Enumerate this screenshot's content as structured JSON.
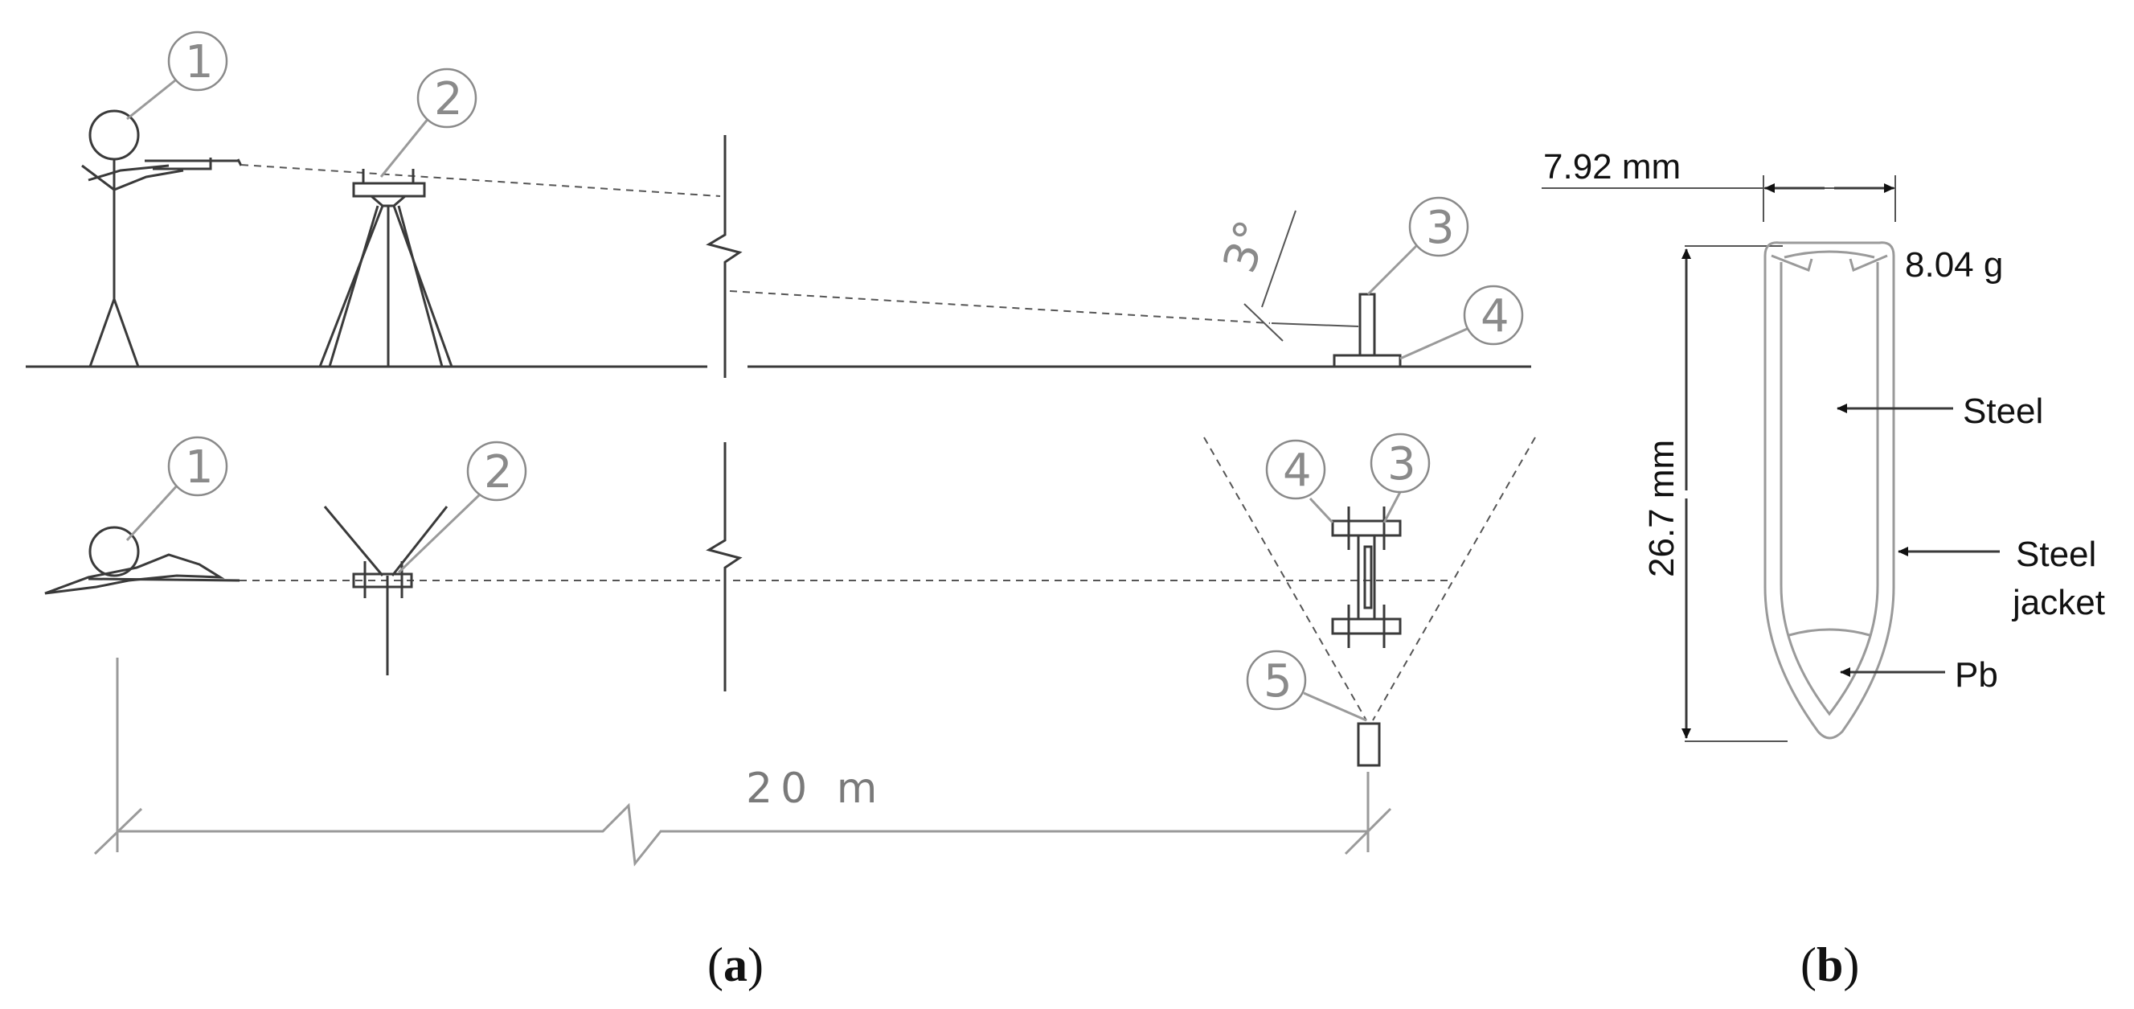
{
  "panel_a": {
    "markers": {
      "shooter_side": "1",
      "tripod_side": "2",
      "target_side": "3",
      "stand_side": "4",
      "shooter_top": "1",
      "tripod_top": "2",
      "stand_top": "4",
      "target_top": "3",
      "camera_top": "5"
    },
    "angle_label": "3°",
    "distance_label": "20 m",
    "caption_letter": "a"
  },
  "panel_b": {
    "width_label": "7.92 mm",
    "mass_label": "8.04 g",
    "length_label": "26.7 mm",
    "steel_label": "Steel",
    "jacket_label_line1": "Steel",
    "jacket_label_line2": "jacket",
    "pb_label": "Pb",
    "caption_letter": "b"
  }
}
